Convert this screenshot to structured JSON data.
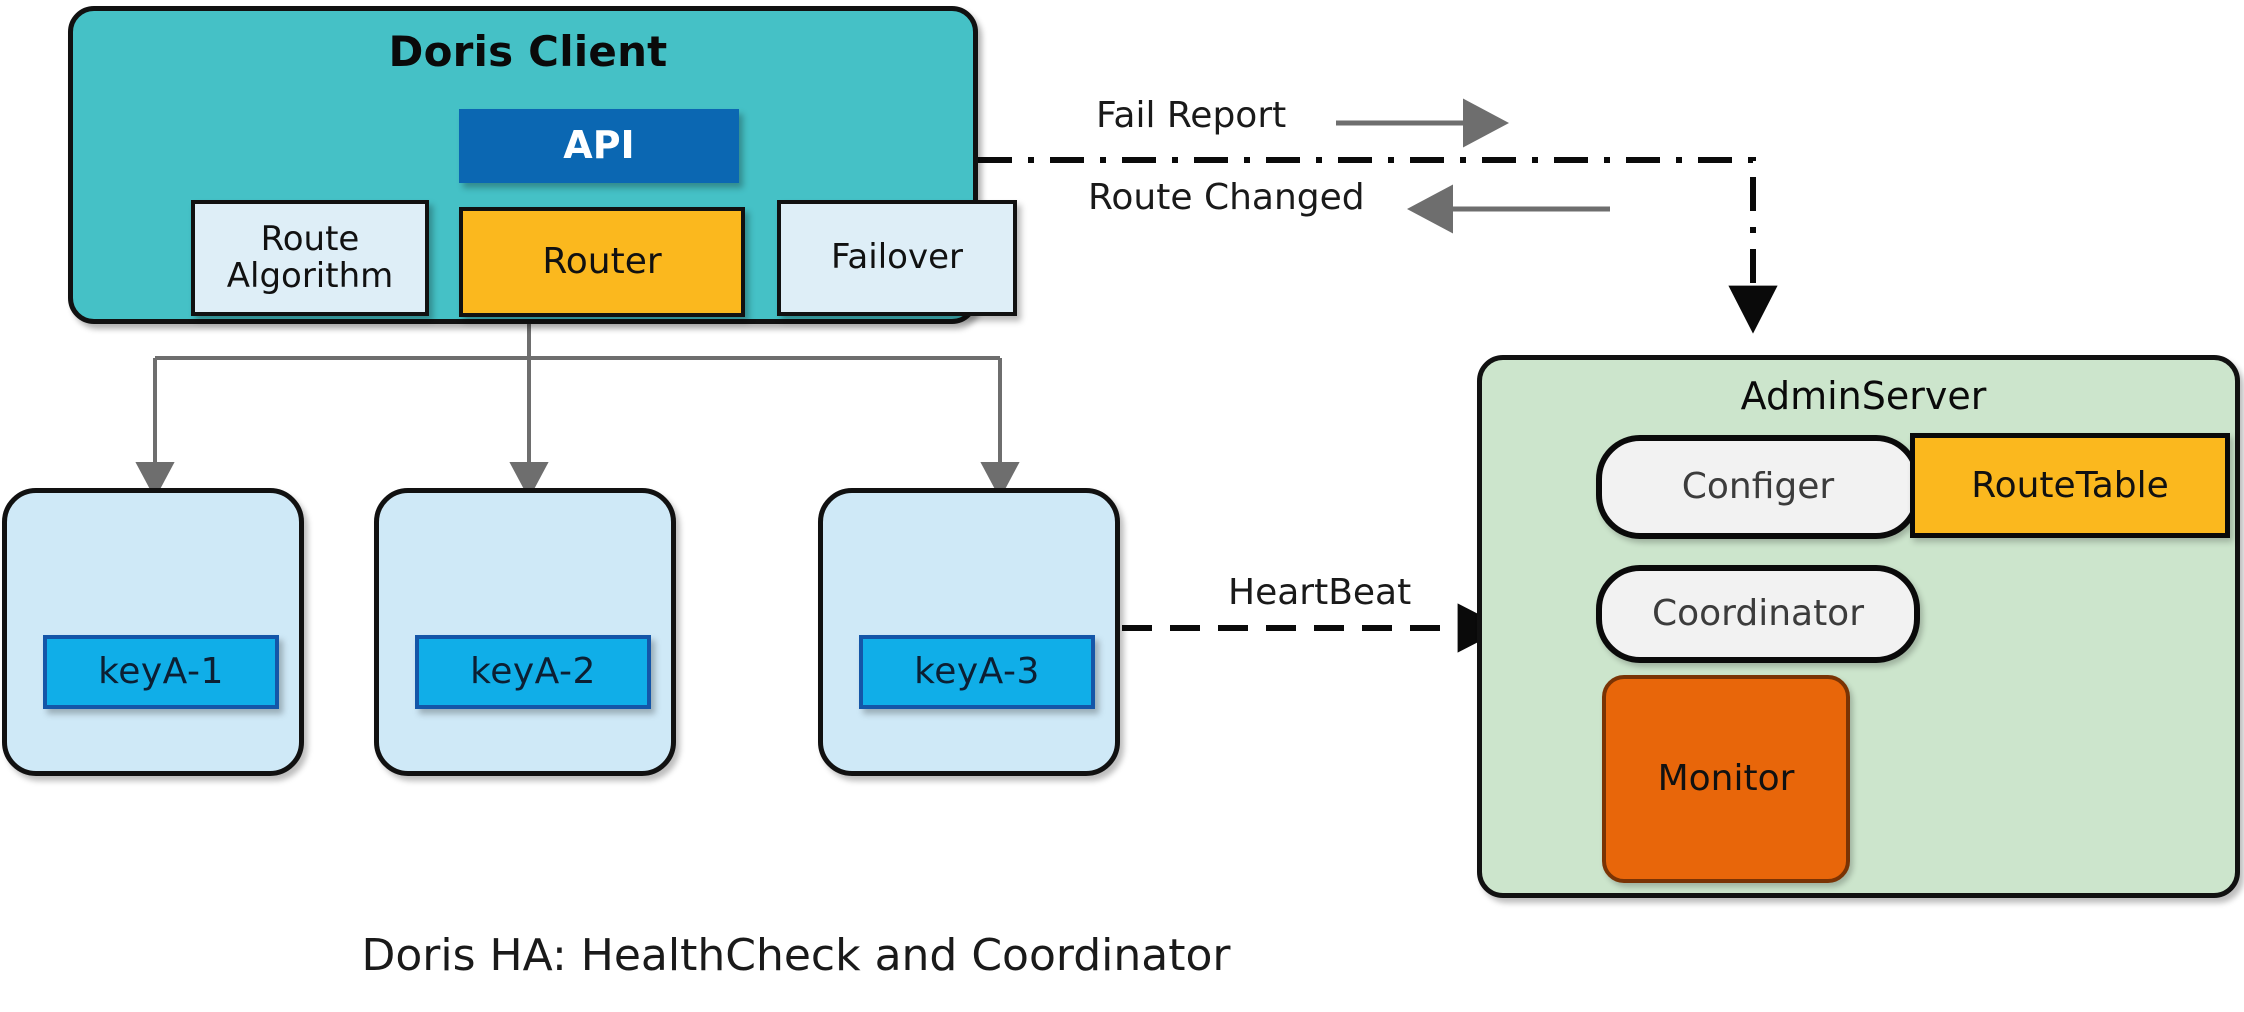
{
  "diagram": {
    "caption": "Doris HA: HealthCheck and Coordinator",
    "colors": {
      "client_teal": "#45C1C6",
      "api_blue": "#0B67B2",
      "accent_orange": "#FBB81E",
      "monitor_orange": "#E8660A",
      "admin_green": "#CCE5CC",
      "node_light_blue": "#CFE9F7",
      "chip_blue": "#10AEE8",
      "sub_box_blue": "#DEEEF7",
      "pill_grey": "#F2F2F2",
      "stroke": "#111111",
      "connector_grey": "#6E6E6E"
    },
    "client": {
      "title": "Doris Client",
      "api_label": "API",
      "components": [
        {
          "label": "Route\nAlgorithm"
        },
        {
          "label": "Router"
        },
        {
          "label": "Failover"
        }
      ]
    },
    "nodes": [
      {
        "chip_label": "keyA-1"
      },
      {
        "chip_label": "keyA-2"
      },
      {
        "chip_label": "keyA-3"
      }
    ],
    "admin_server": {
      "title": "AdminServer",
      "configer_label": "Configer",
      "coordinator_label": "Coordinator",
      "route_table_label": "RouteTable",
      "monitor_label": "Monitor"
    },
    "edges": {
      "fail_report": "Fail Report",
      "route_changed": "Route Changed",
      "heartbeat": "HeartBeat"
    }
  }
}
